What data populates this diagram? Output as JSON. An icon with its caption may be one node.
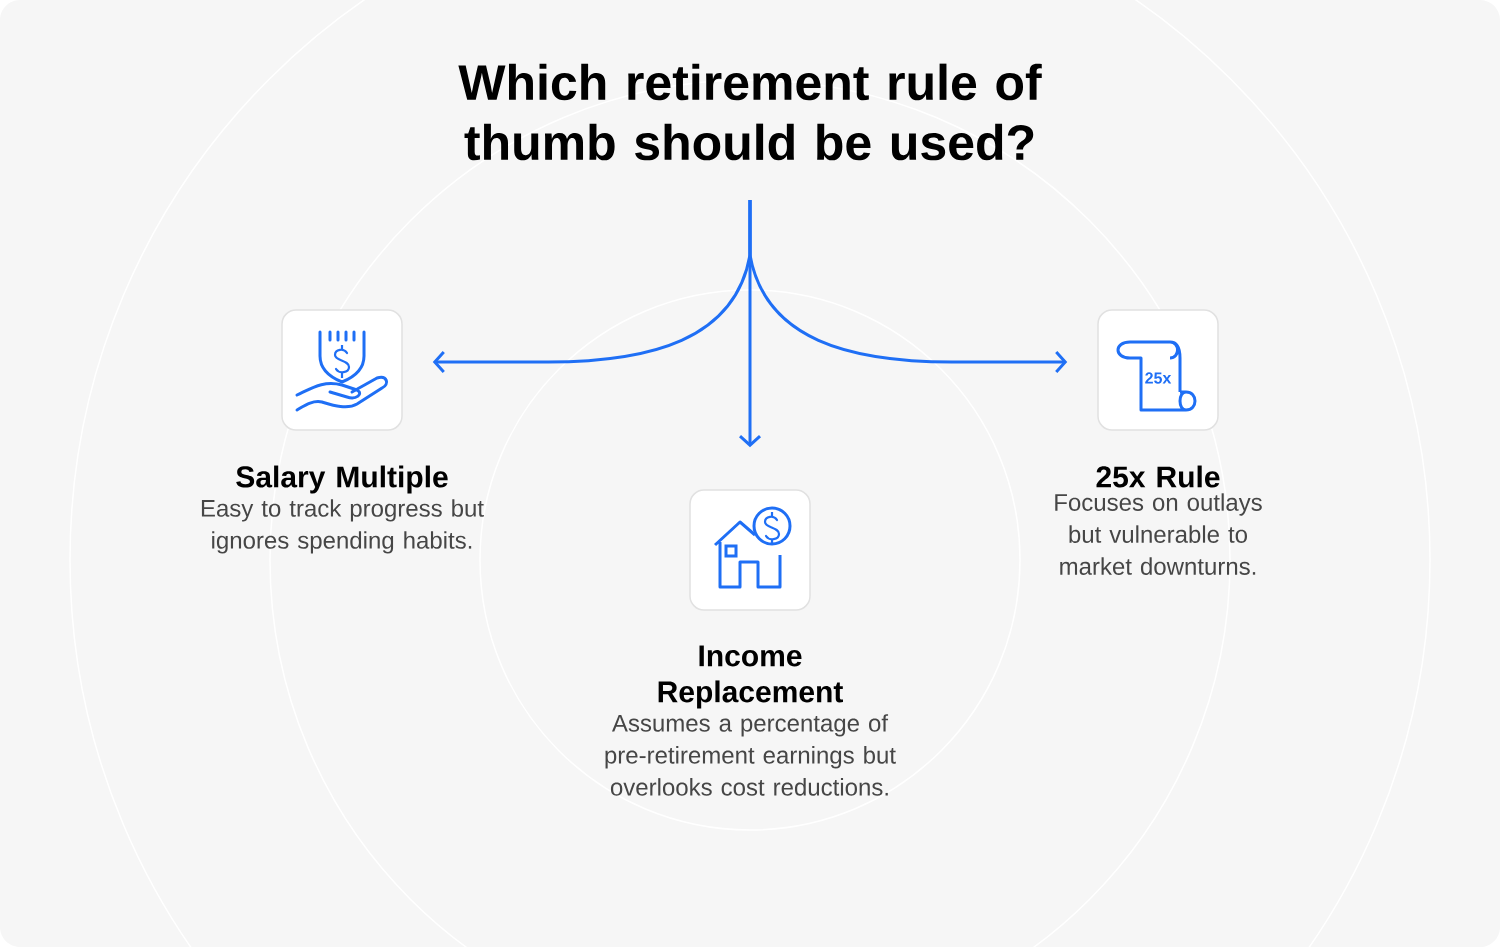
{
  "diagram": {
    "title": "Which retirement rule of thumb should be used?",
    "nodes": [
      {
        "text": [
          "Salary Multiple",
          "Easy to track progress but ignores spending habits."
        ]
      },
      {
        "text": [
          "Income Replacement",
          "Assumes a percentage of pre-retirement earnings but overlooks cost reductions."
        ]
      },
      {
        "text": [
          "25x Rule",
          "Focuses on outlays but vulnerable to market downturns."
        ]
      }
    ],
    "edges": [
      {
        "from": null,
        "to": 0,
        "arrow": "to"
      },
      {
        "from": null,
        "to": 1,
        "arrow": "to"
      },
      {
        "from": null,
        "to": 2,
        "arrow": "to"
      }
    ],
    "labels": [
      "25x"
    ]
  }
}
